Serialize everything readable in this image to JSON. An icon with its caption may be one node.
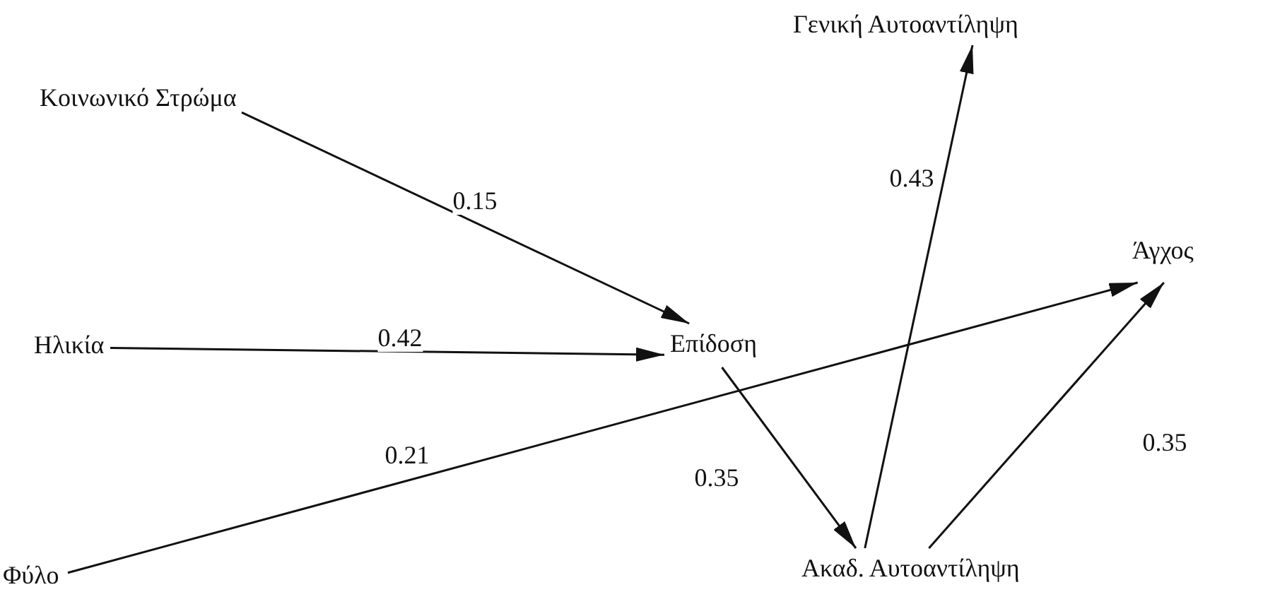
{
  "diagram": {
    "nodes": [
      {
        "text": [
          "Γενική Αυτοαντίληψη"
        ]
      },
      {
        "text": [
          "Κοινωνικό Στρώμα"
        ]
      },
      {
        "text": [
          "Ηλικία"
        ]
      },
      {
        "text": [
          "Επίδοση"
        ]
      },
      {
        "text": [
          "Άγχος"
        ]
      },
      {
        "text": [
          "Φύλο"
        ]
      },
      {
        "text": [
          "Ακαδ. Αυτοαντίληψη"
        ]
      }
    ],
    "edges": [
      {
        "from": 1,
        "to": 3,
        "arrow": "to",
        "label": "0.15"
      },
      {
        "from": 2,
        "to": 3,
        "arrow": "to",
        "label": "0.42"
      },
      {
        "from": 5,
        "to": 4,
        "arrow": "to",
        "label": "0.21"
      },
      {
        "from": 3,
        "to": 6,
        "arrow": "to",
        "label": "0.35"
      },
      {
        "from": 6,
        "to": 0,
        "arrow": "to",
        "label": "0.43"
      },
      {
        "from": 6,
        "to": 4,
        "arrow": "to",
        "label": "0.35"
      }
    ]
  }
}
